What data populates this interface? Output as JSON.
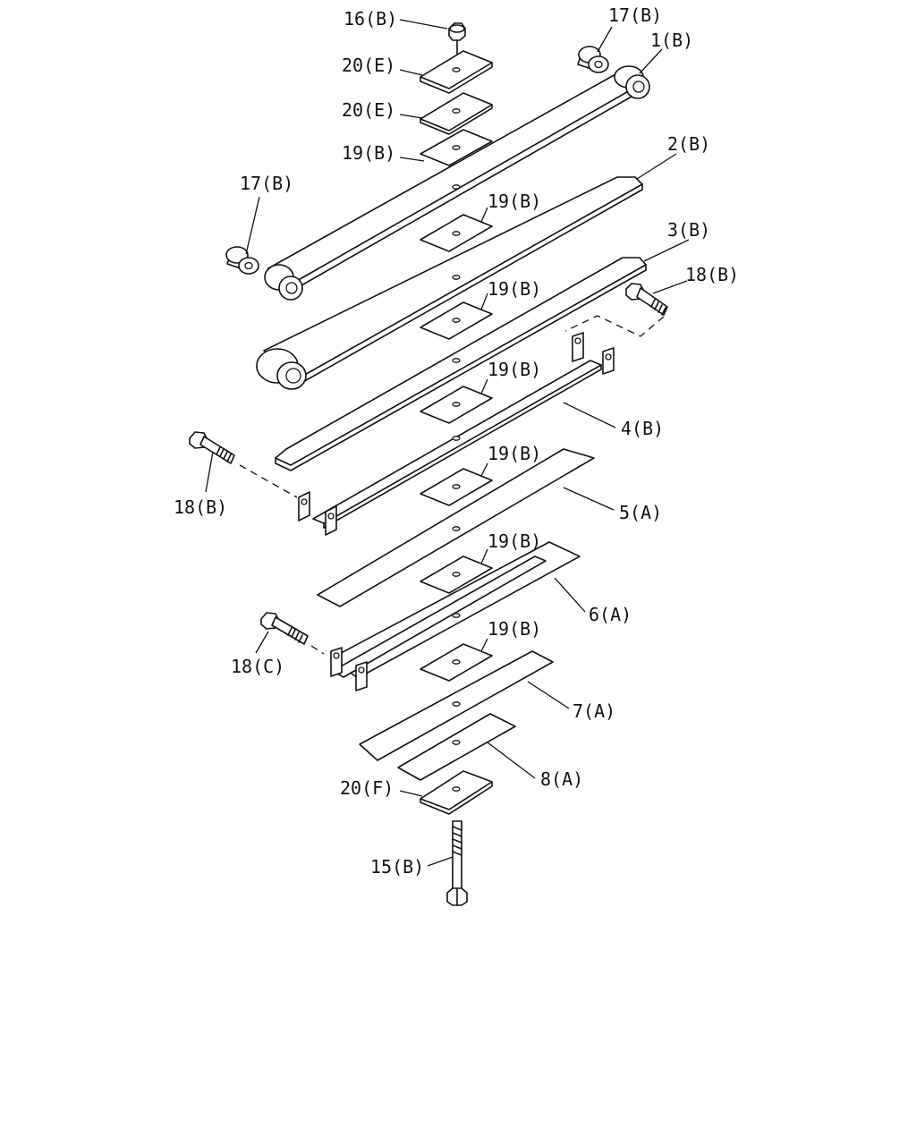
{
  "diagram": {
    "labels": {
      "p16B": "16(B)",
      "p17B_top": "17(B)",
      "p1B": "1(B)",
      "p20E_1": "20(E)",
      "p20E_2": "20(E)",
      "p19B_1": "19(B)",
      "p2B": "2(B)",
      "p17B_left": "17(B)",
      "p19B_2": "19(B)",
      "p3B": "3(B)",
      "p18B_right": "18(B)",
      "p19B_3": "19(B)",
      "p19B_4": "19(B)",
      "p4B": "4(B)",
      "p19B_5": "19(B)",
      "p18B_left": "18(B)",
      "p5A": "5(A)",
      "p19B_6": "19(B)",
      "p6A": "6(A)",
      "p18C": "18(C)",
      "p19B_7": "19(B)",
      "p7A": "7(A)",
      "p8A": "8(A)",
      "p20F": "20(F)",
      "p15B": "15(B)"
    },
    "colors": {
      "line": "#111111",
      "background": "#ffffff"
    }
  }
}
